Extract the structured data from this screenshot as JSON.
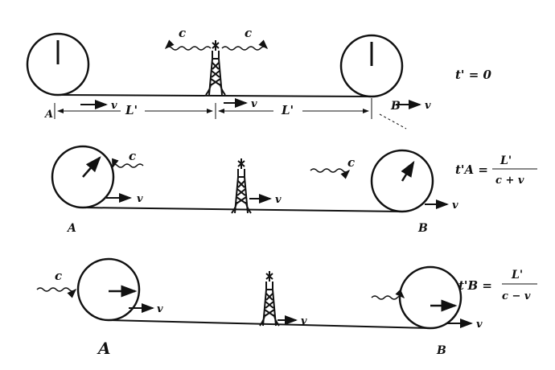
{
  "labels": {
    "c": "c",
    "v": "v",
    "A": "A",
    "B": "B",
    "L": "L'",
    "t0": "t' = 0",
    "tA_lhs": "t'A =",
    "tB_lhs": "t'B =",
    "num": "L'",
    "den_plus": "c + v",
    "den_minus": "c − v"
  }
}
